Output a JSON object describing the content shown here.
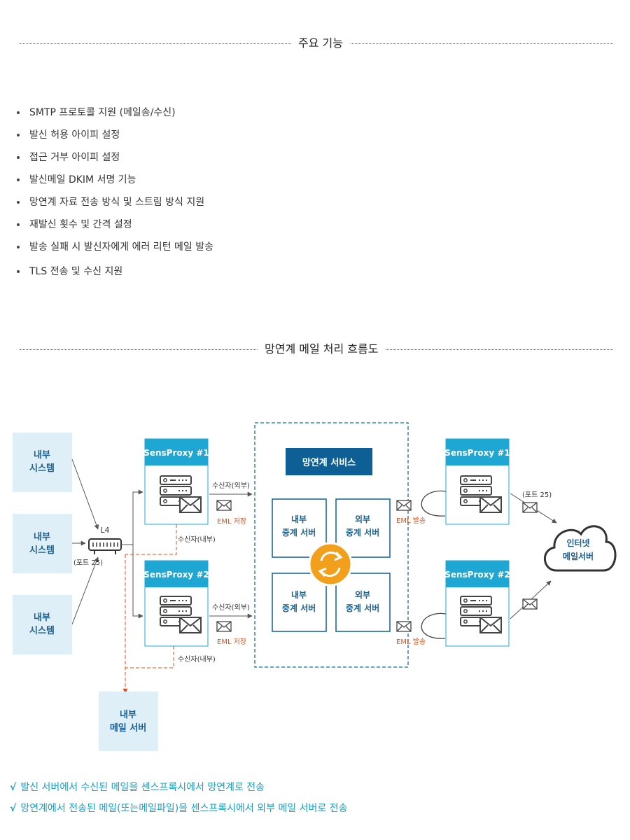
{
  "features_section": {
    "title": "주요 기능",
    "items": [
      "SMTP 프로토콜 지원 (메일송/수신)",
      "발신 허용 아이피 설정",
      "접근 거부 아이피 설정",
      "발신메일 DKIM 서명 기능",
      "망연계 자료 전송 방식 및 스트림 방식 지원",
      "재발신 횟수 및 간격 설정",
      "발송 실패 시 발신자에게 에러 리턴 메일 발송",
      "TLS 전송 및 수신 지원"
    ]
  },
  "flow_section": {
    "title": "망연계 메일 처리 흐름도"
  },
  "diagram": {
    "internal_system": [
      "내부",
      "시스템"
    ],
    "l4": {
      "label": "L4",
      "port": "(포트 25)"
    },
    "proxy1_label": "SensProxy #1",
    "proxy2_label": "SensProxy #2",
    "recipient_external": "수신자(외부)",
    "recipient_internal": "수신자(내부)",
    "eml_store": "EML 저장",
    "eml_send": "EML 발송",
    "service_title": "망연계 서비스",
    "relay_internal": [
      "내부",
      "중계 서버"
    ],
    "relay_external": [
      "외부",
      "중계 서버"
    ],
    "out_port": "(포트 25)",
    "internet_mail": [
      "인터넷",
      "메일서버"
    ],
    "internal_mail_server": [
      "내부",
      "메일 서버"
    ],
    "colors": {
      "light_box": "#dfeff7",
      "dark_text": "#1a5f8e",
      "accent_cyan": "#1fa7d4",
      "service_navy": "#0d5f95",
      "orange": "#f2a01c",
      "eml_red": "#e0501a"
    }
  },
  "notes": {
    "check_symbol": "√",
    "lines": [
      "발신 서버에서 수신된 메일을 센스프록시에서 망연계로 전송",
      "망연계에서 전송된 메일(또는메일파일)을 센스프록시에서 외부 메일 서버로 전송"
    ]
  }
}
